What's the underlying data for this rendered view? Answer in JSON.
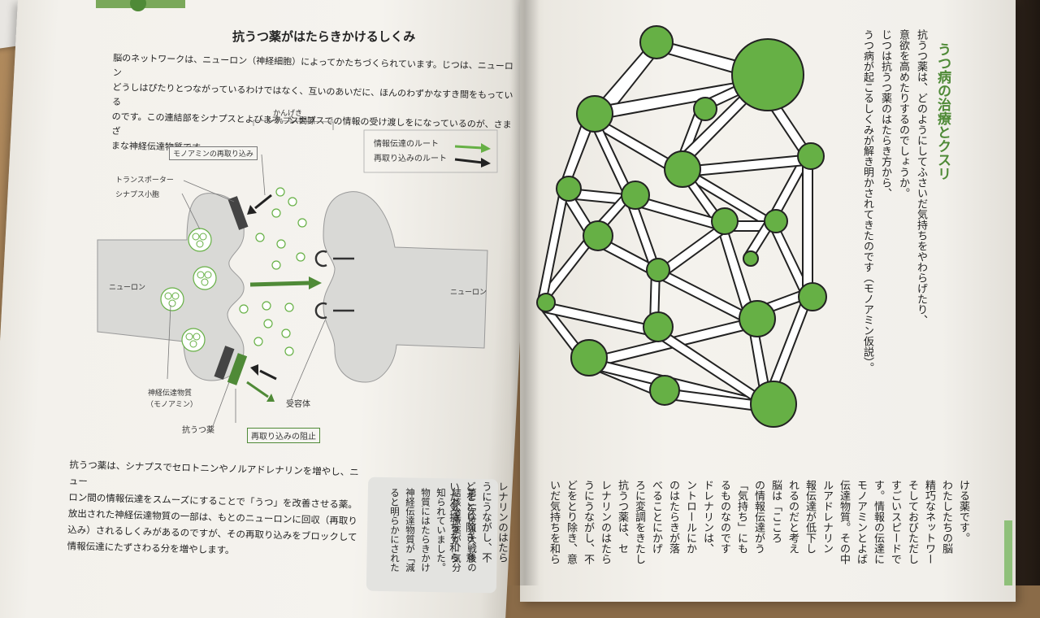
{
  "left_page": {
    "title": "抗うつ薬がはたらきかけるしくみ",
    "intro_lines": [
      "脳のネットワークは、ニューロン（神経細胞）によってかたちづくられています。じつは、ニューロン",
      "どうしはぴたりとつながっているわけではなく、互いのあいだに、ほんのわずかなすき間をもっている",
      "のです。この連結部をシナプスとよびます。シナプスでの情報の受け渡しをになっているのが、さまざ",
      "まな神経伝達物質です。"
    ],
    "diagram": {
      "synapse_gap": "シナプス間隙",
      "synapse_gap_ruby": "かんげき",
      "monoamine_reuptake": "モノアミンの再取り込み",
      "transporter": "トランスポーター",
      "synaptic_vesicle": "シナプス小胞",
      "neuron_left": "ニューロン",
      "neuron_right": "ニューロン",
      "neurotransmitter": "神経伝達物質",
      "monoamine": "（モノアミン）",
      "receptor": "受容体",
      "antidepressant": "抗うつ薬",
      "reuptake_block": "再取り込みの阻止",
      "legend_info_route": "情報伝達のルート",
      "legend_reuptake_route": "再取り込みのルート"
    },
    "body_lines": [
      "抗うつ薬は、シナプスでセロトニンやノルアドレナリンを増やし、ニュー",
      "ロン間の情報伝達をスムーズにすることで「うつ」を改善させる薬。",
      "放出された神経伝達物質の一部は、もとのニューロンに回収（再取り",
      "込み）されるしくみがあるのですが、その再取り込みをブロックして",
      "情報伝達にたずさわる分を増やします。"
    ],
    "sidebar_columns": [
      "第二次世界大戦後の",
      "結核治療薬が、気分",
      "知られていました。",
      "物質にはたらきかけ",
      "神経伝達物質が「減",
      "ると明らかにされた"
    ],
    "footer_columns": [
      "レナリンのはたら",
      "うにうながし、不",
      "どをとり除き、意",
      "いだ気持ちを和ら"
    ]
  },
  "right_page": {
    "section_title": "うつ病の治療とクスリ",
    "lead_columns": [
      "抗うつ薬は、どのようにしてふさいだ気持ちをやわらげたり、",
      "意欲を高めたりするのでしょうか。",
      "じつは抗うつ薬のはたらき方から、",
      "うつ病が起こるしくみが解き明かされてきたのです（モノアミン仮説）。"
    ],
    "bottom_columns": [
      "ける薬です。",
      "わたしたちの脳",
      "精巧なネットワー",
      "そしておびただし",
      "すごいスピードで",
      "す。情報の伝達に",
      "モノアミンとよば",
      "伝達物質。その中",
      "ルアドレナリン",
      "報伝達が低下し",
      "れるのだと考え",
      "脳は「こころ",
      "の情報伝達がう",
      "「気持ち」にも",
      "るものなのです",
      "ドレナリンは、",
      "ントロールにか",
      "のはたらきが落",
      "べることにかげ",
      "ろに変調をきたし",
      "抗うつ薬は、セ",
      "レナリンのはたら",
      "うにうながし、不",
      "どをとり除き、意",
      "いだ気持ちを和ら"
    ]
  },
  "colors": {
    "accent_green": "#4f8a37",
    "node_green": "#66b045",
    "page": "#f4f2ed"
  }
}
